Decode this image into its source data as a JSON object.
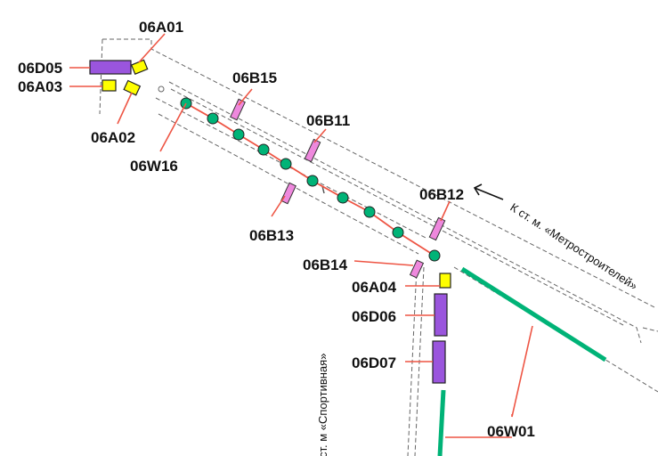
{
  "labels": {
    "a01": "06A01",
    "d05": "06D05",
    "a03": "06A03",
    "a02": "06A02",
    "w16": "06W16",
    "b15": "06B15",
    "b11": "06B11",
    "b13": "06B13",
    "b12": "06B12",
    "b14": "06B14",
    "a04": "06A04",
    "d06": "06D06",
    "d07": "06D07",
    "w01": "06W01"
  },
  "directions": {
    "metrostroiteley": "К ст. м. «Метростроителей»",
    "sportivnaya": "ст. м «Спортивная»"
  },
  "colors": {
    "type_A": "#ffff00",
    "type_B": "#ee88dd",
    "type_D": "#9a55dd",
    "type_W": "#00b377",
    "leader": "#ee5544",
    "outline": "#555555"
  }
}
